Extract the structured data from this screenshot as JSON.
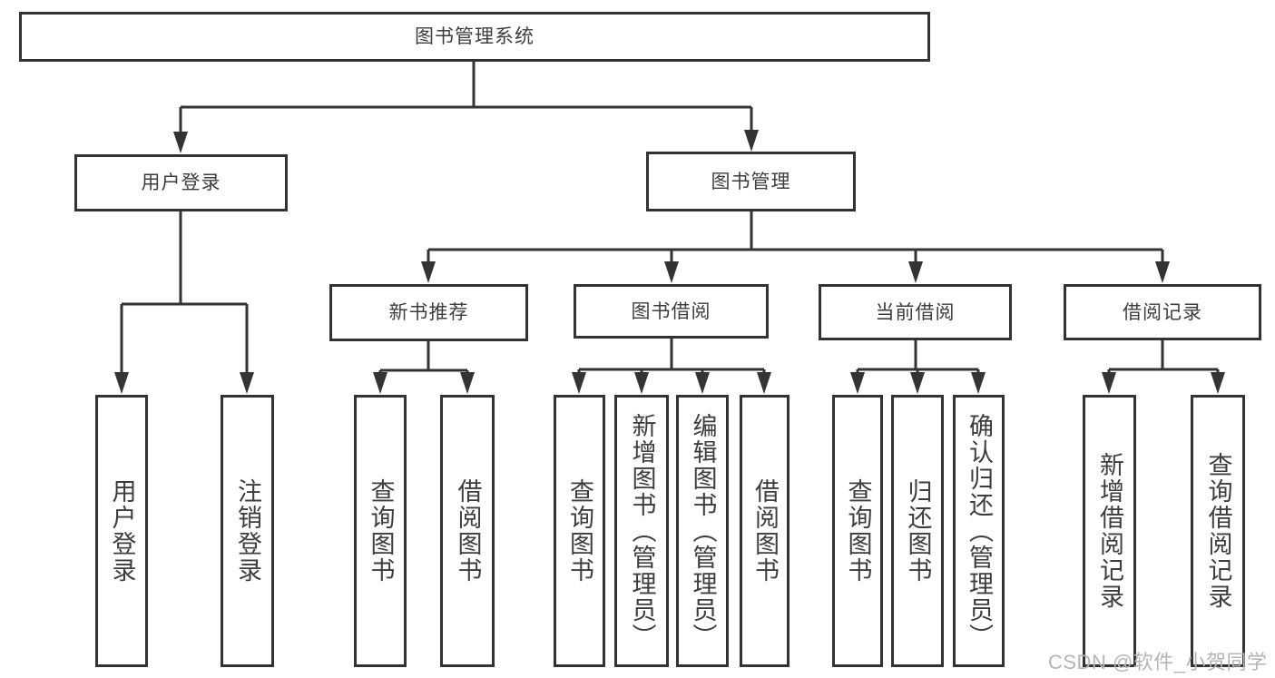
{
  "nodes": {
    "root": {
      "label": "图书管理系统"
    },
    "user_login": {
      "label": "用户登录"
    },
    "book_management": {
      "label": "图书管理"
    },
    "new_book_recommend": {
      "label": "新书推荐"
    },
    "book_borrowing": {
      "label": "图书借阅"
    },
    "current_borrowing": {
      "label": "当前借阅"
    },
    "borrowing_records": {
      "label": "借阅记录"
    },
    "leaf_user_login": {
      "label": "用户登录"
    },
    "leaf_logout": {
      "label": "注销登录"
    },
    "leaf_query_books_recommend": {
      "label": "查询图书"
    },
    "leaf_borrow_books_recommend": {
      "label": "借阅图书"
    },
    "leaf_query_books_borrowing": {
      "label": "查询图书"
    },
    "leaf_add_books_admin": {
      "label": "新增图书（管理员）"
    },
    "leaf_edit_books_admin": {
      "label": "编辑图书（管理员）"
    },
    "leaf_borrow_books_borrowing": {
      "label": "借阅图书"
    },
    "leaf_query_books_current": {
      "label": "查询图书"
    },
    "leaf_return_books": {
      "label": "归还图书"
    },
    "leaf_confirm_return_admin": {
      "label": "确认归还（管理员）"
    },
    "leaf_add_borrow_record": {
      "label": "新增借阅记录"
    },
    "leaf_query_borrow_record": {
      "label": "查询借阅记录"
    }
  },
  "hierarchy": {
    "图书管理系统": {
      "用户登录": [
        "用户登录",
        "注销登录"
      ],
      "图书管理": {
        "新书推荐": [
          "查询图书",
          "借阅图书"
        ],
        "图书借阅": [
          "查询图书",
          "新增图书（管理员）",
          "编辑图书（管理员）",
          "借阅图书"
        ],
        "当前借阅": [
          "查询图书",
          "归还图书",
          "确认归还（管理员）"
        ],
        "借阅记录": [
          "新增借阅记录",
          "查询借阅记录"
        ]
      }
    }
  },
  "watermark": {
    "text": "CSDN @软件_小贺同学"
  },
  "colors": {
    "line": "#333333",
    "box_border": "#333333",
    "box_fill": "#ffffff",
    "text": "#3d3d3d",
    "watermark": "#b5b5b5",
    "background": "#ffffff"
  }
}
